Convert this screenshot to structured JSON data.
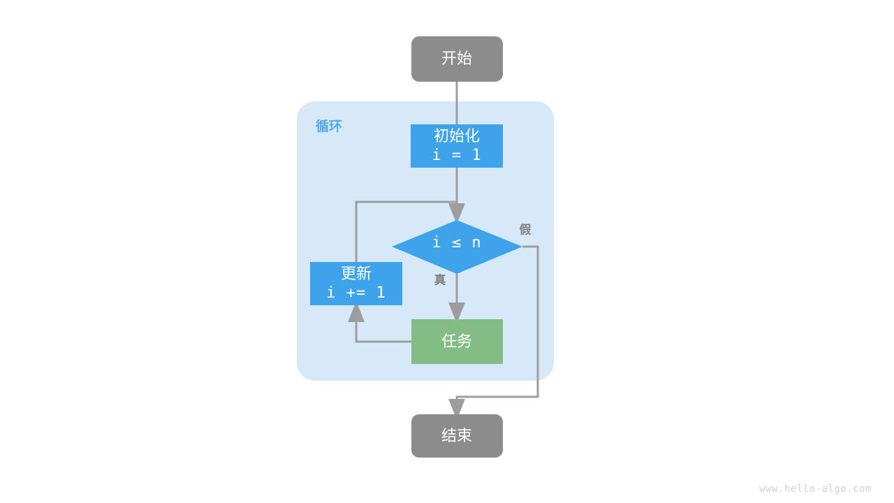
{
  "diagram": {
    "title": "for-loop-flowchart",
    "colors": {
      "terminal": "#8c8c8c",
      "process_blue": "#3FA3EB",
      "task_green": "#83BC85",
      "loop_background": "#D7E9F9",
      "edge": "#9d9d9d",
      "node_text": "#ffffff",
      "edge_label": "#808080",
      "group_label": "#4FA9EC",
      "watermark": "#d2d2d2",
      "page_background": "#ffffff"
    },
    "nodes": {
      "start": {
        "label": "开始",
        "shape": "rounded-rectangle",
        "fill": "terminal"
      },
      "init": {
        "label_line1": "初始化",
        "label_line2": "i = 1",
        "shape": "rectangle",
        "fill": "process_blue"
      },
      "condition": {
        "label": "i ≤ n",
        "shape": "diamond",
        "fill": "process_blue"
      },
      "update": {
        "label_line1": "更新",
        "label_line2": "i += 1",
        "shape": "rectangle",
        "fill": "process_blue"
      },
      "task": {
        "label": "任务",
        "shape": "rectangle",
        "fill": "task_green"
      },
      "end": {
        "label": "结束",
        "shape": "rounded-rectangle",
        "fill": "terminal"
      }
    },
    "group": {
      "label": "循环"
    },
    "edge_labels": {
      "true_branch": "真",
      "false_branch": "假"
    },
    "watermark": "www.hello-algo.com"
  }
}
